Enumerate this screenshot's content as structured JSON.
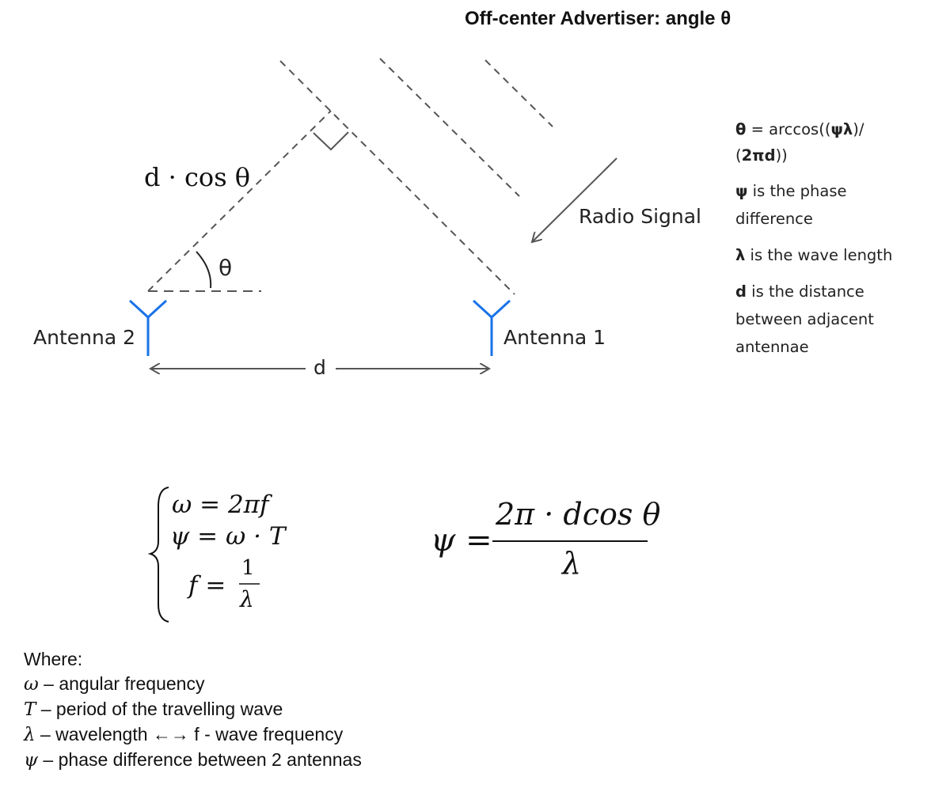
{
  "title": "Off-center Advertiser: angle θ",
  "diagram": {
    "d_cos_label": "d · cos θ",
    "theta_label": "θ",
    "radio_signal_label": "Radio Signal",
    "antenna2_label": "Antenna 2",
    "antenna1_label": "Antenna 1",
    "d_label": "d",
    "antenna_color": "#1a73e8",
    "line_color": "#555555"
  },
  "legend": {
    "formula_sym": "θ",
    "formula_rest": " = arccos((",
    "formula_bold": "ψλ",
    "formula_mid": ")/",
    "formula_line2_bold": "2πd",
    "formula_open": "(",
    "formula_close": "))",
    "psi_sym": "ψ",
    "psi_desc_1": " is the phase",
    "psi_desc_2": "difference",
    "lambda_sym": "λ",
    "lambda_desc": " is the wave length",
    "d_sym": "d",
    "d_desc_1": " is the distance",
    "d_desc_2": "between adjacent",
    "d_desc_3": "antennae"
  },
  "equations": {
    "system_line1": "ω = 2πf",
    "system_line2": "ψ = ω · T",
    "system_line3_lhs": "f =",
    "system_line3_num": "1",
    "system_line3_den": "λ",
    "main_lhs": "ψ =",
    "main_num": "2π · dcos θ",
    "main_den": "λ"
  },
  "where": {
    "heading": "Where:",
    "omega_sym": "ω",
    "omega_desc": " – angular  frequency",
    "t_sym": "T",
    "t_desc": " – period of the travelling  wave",
    "lambda_sym": "λ",
    "lambda_desc": " – wavelength  ←→ f -  wave  frequency",
    "psi_sym": "ψ",
    "psi_desc": " – phase difference between  2 antennas"
  }
}
